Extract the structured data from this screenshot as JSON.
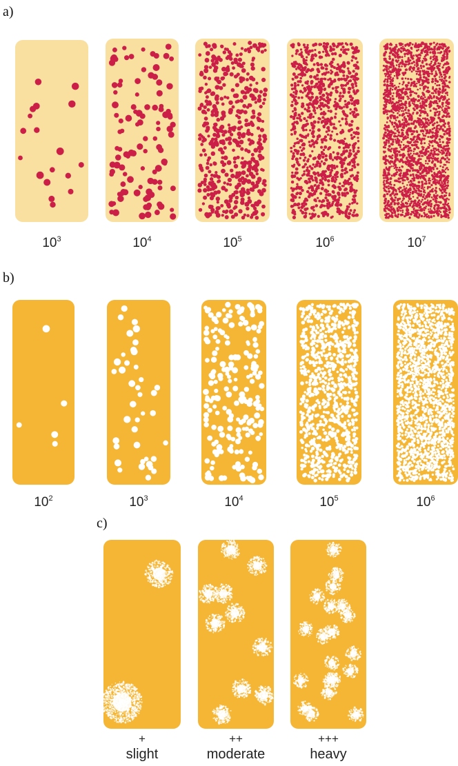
{
  "colors": {
    "slide_a": "#f9e0a0",
    "dot_a": "#cc1f48",
    "slide_b": "#f5b635",
    "hole_b": "#ffffff",
    "slide_c": "#f5b635",
    "growth_c": "#ffffff"
  },
  "panels": [
    {
      "label": "a)",
      "slides": [
        {
          "base": "10",
          "exp": "3",
          "count": 18
        },
        {
          "base": "10",
          "exp": "4",
          "count": 110
        },
        {
          "base": "10",
          "exp": "5",
          "count": 520
        },
        {
          "base": "10",
          "exp": "6",
          "count": 1100
        },
        {
          "base": "10",
          "exp": "7",
          "count": 2400
        }
      ]
    },
    {
      "label": "b)",
      "slides": [
        {
          "base": "10",
          "exp": "2",
          "count": 5
        },
        {
          "base": "10",
          "exp": "3",
          "count": 40
        },
        {
          "base": "10",
          "exp": "4",
          "count": 210
        },
        {
          "base": "10",
          "exp": "5",
          "count": 900
        },
        {
          "base": "10",
          "exp": "6",
          "count": 1900
        }
      ]
    },
    {
      "label": "c)",
      "slides": [
        {
          "symbol": "+",
          "text": "slight",
          "count": 2
        },
        {
          "symbol": "++",
          "text": "moderate",
          "count": 10
        },
        {
          "symbol": "+++",
          "text": "heavy",
          "count": 20
        }
      ]
    }
  ]
}
